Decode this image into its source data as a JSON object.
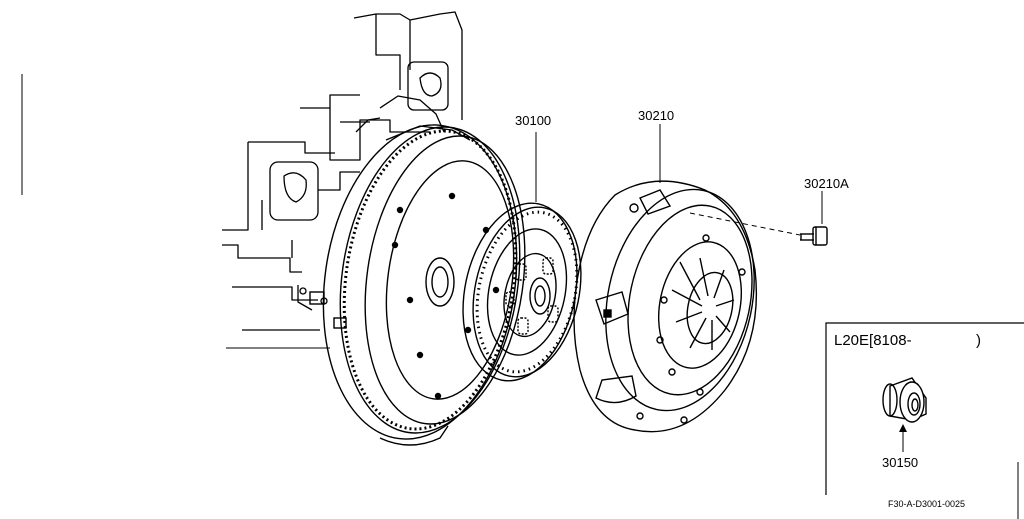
{
  "parts": [
    {
      "number": "30100"
    },
    {
      "number": "30210"
    },
    {
      "number": "30210A"
    }
  ],
  "inset": {
    "heading": "L20E[8108-",
    "heading_close": ")",
    "part_number": "30150"
  },
  "figure_code": "F30-A-D3001-0025"
}
